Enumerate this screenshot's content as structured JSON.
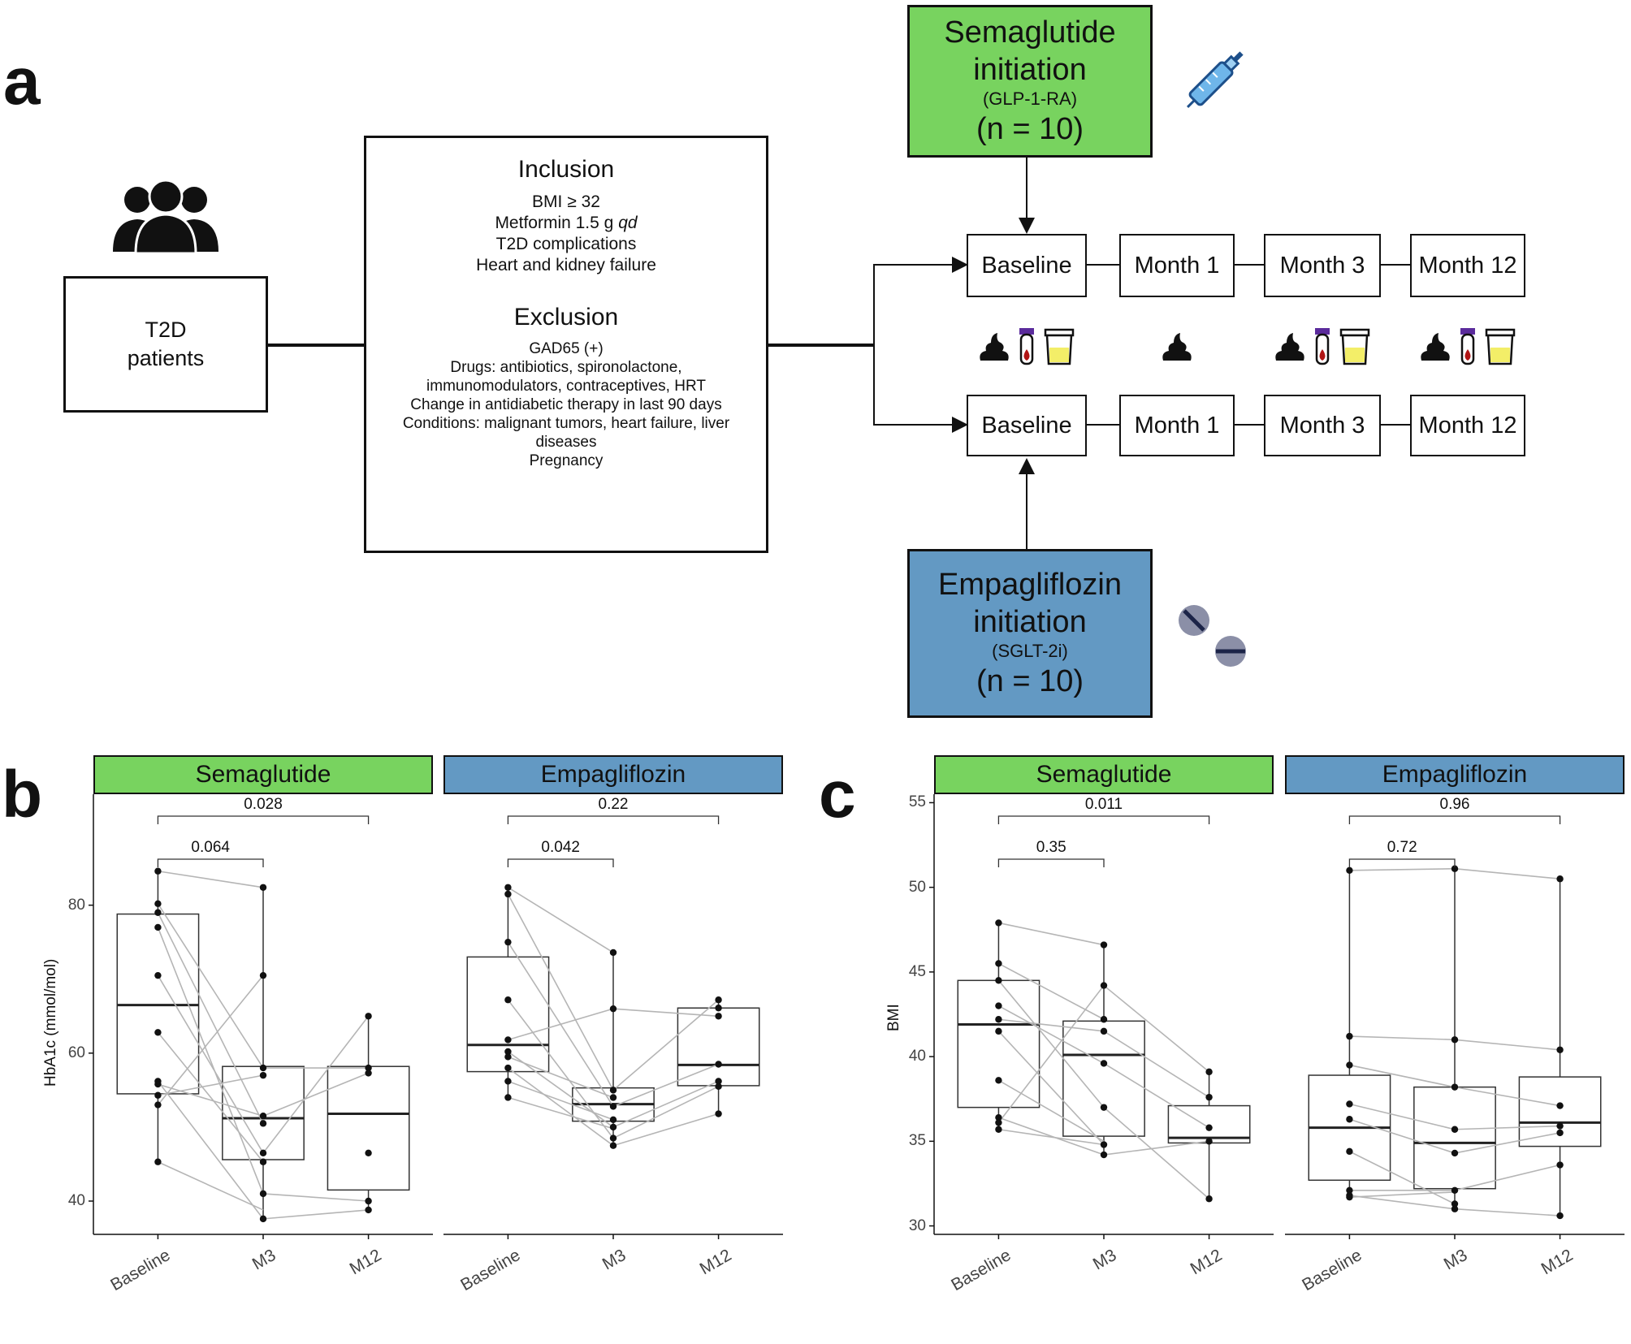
{
  "panel_labels": {
    "a": "a",
    "b": "b",
    "c": "c"
  },
  "colors": {
    "semaglutide": "#78d35f",
    "empagliflozin": "#6399c3",
    "box_stroke": "#333333",
    "line": "#b5b5b5"
  },
  "flow": {
    "patients": {
      "line1": "T2D",
      "line2": "patients",
      "icon": "group-of-people-icon"
    },
    "inclusion": {
      "title": "Inclusion",
      "items": [
        "BMI ≥ 32",
        "Metformin 1.5 g",
        "T2D complications",
        "Heart and kidney failure"
      ],
      "qd": "qd"
    },
    "exclusion": {
      "title": "Exclusion",
      "items": [
        "GAD65 (+)",
        "Drugs: antibiotics, spironolactone,",
        "immunomodulators, contraceptives, HRT",
        "Change in antidiabetic therapy in last 90 days",
        "Conditions: malignant tumors, heart failure, liver",
        "diseases",
        "Pregnancy"
      ]
    },
    "semaglutide": {
      "line1": "Semaglutide",
      "line2": "initiation",
      "sub": "(GLP-1-RA)",
      "n": "(n = 10)",
      "icon": "syringe-icon"
    },
    "empagliflozin": {
      "line1": "Empagliflozin",
      "line2": "initiation",
      "sub": "(SGLT-2i)",
      "n": "(n = 10)",
      "icon": "pill-icon"
    },
    "timepoints": [
      "Baseline",
      "Month 1",
      "Month 3",
      "Month 12"
    ],
    "samples": [
      [
        "stool-sample-icon",
        "blood-tube-icon",
        "urine-cup-icon"
      ],
      [
        "stool-sample-icon"
      ],
      [
        "stool-sample-icon",
        "blood-tube-icon",
        "urine-cup-icon"
      ],
      [
        "stool-sample-icon",
        "blood-tube-icon",
        "urine-cup-icon"
      ]
    ]
  },
  "chart_data": [
    {
      "type": "box",
      "ylabel": "HbA1c (mmol/mol)",
      "yticks": [
        40,
        60,
        80
      ],
      "ylim": [
        35.5,
        95
      ],
      "categories": [
        "Baseline",
        "M3",
        "M12"
      ],
      "facets": [
        {
          "name": "Semaglutide",
          "boxes": [
            {
              "q1": 54.5,
              "median": 66.5,
              "q3": 78.8,
              "min": 45.3,
              "max": 84.6
            },
            {
              "q1": 45.6,
              "median": 51.2,
              "q3": 58.2,
              "min": 37.6,
              "max": 82.4
            },
            {
              "q1": 41.5,
              "median": 51.8,
              "q3": 58.2,
              "min": 38.8,
              "max": 65.0
            }
          ],
          "points": [
            [
              84.6,
              80.2,
              79.0,
              77.0,
              70.5,
              62.8,
              56.2,
              55.8,
              54.3,
              53.0,
              45.3
            ],
            [
              82.4,
              70.5,
              58.0,
              57.0,
              51.5,
              50.5,
              46.5,
              45.3,
              41.0,
              37.6
            ],
            [
              65.0,
              58.0,
              57.3,
              46.5,
              40.0,
              38.8
            ]
          ],
          "pairs": [
            [
              84.6,
              82.4
            ],
            [
              80.2,
              58.0
            ],
            [
              79.0,
              50.5
            ],
            [
              77.0,
              41.0
            ],
            [
              70.5,
              46.5
            ],
            [
              62.8,
              45.3
            ],
            [
              56.2,
              37.6
            ],
            [
              55.8,
              51.5
            ],
            [
              54.3,
              57.0
            ],
            [
              53.0,
              70.5
            ],
            [
              45.3,
              38.8
            ]
          ],
          "pairs_m3_m12": [
            [
              58.0,
              58.0
            ],
            [
              51.5,
              57.3
            ],
            [
              46.5,
              65.0
            ],
            [
              41.0,
              40.0
            ],
            [
              37.6,
              38.8
            ]
          ],
          "pvalues": [
            {
              "from": 0,
              "to": 1,
              "text": "0.064"
            },
            {
              "from": 0,
              "to": 2,
              "text": "0.028"
            }
          ]
        },
        {
          "name": "Empagliflozin",
          "boxes": [
            {
              "q1": 57.5,
              "median": 61.1,
              "q3": 73.0,
              "min": 54.0,
              "max": 82.4
            },
            {
              "q1": 50.8,
              "median": 53.1,
              "q3": 55.3,
              "min": 47.5,
              "max": 73.6
            },
            {
              "q1": 55.6,
              "median": 58.4,
              "q3": 66.1,
              "min": 51.8,
              "max": 67.2
            }
          ],
          "points": [
            [
              82.4,
              81.5,
              75.0,
              67.2,
              61.8,
              60.2,
              59.5,
              58.0,
              56.2,
              54.0
            ],
            [
              73.6,
              66.0,
              55.0,
              54.0,
              52.8,
              51.0,
              50.0,
              48.5,
              47.5
            ],
            [
              67.2,
              66.1,
              65.0,
              58.5,
              56.2,
              55.5,
              51.8
            ]
          ],
          "pairs": [
            [
              82.4,
              73.6
            ],
            [
              81.5,
              55.0
            ],
            [
              75.0,
              52.8
            ],
            [
              67.2,
              48.5
            ],
            [
              61.8,
              66.0
            ],
            [
              60.2,
              50.0
            ],
            [
              59.5,
              54.0
            ],
            [
              58.0,
              47.5
            ],
            [
              56.2,
              51.0
            ],
            [
              54.0,
              49.8
            ]
          ],
          "pairs_m3_m12": [
            [
              66.0,
              65.0
            ],
            [
              55.0,
              67.2
            ],
            [
              52.8,
              58.5
            ],
            [
              50.0,
              56.2
            ],
            [
              48.5,
              55.5
            ],
            [
              47.5,
              51.8
            ]
          ],
          "pvalues": [
            {
              "from": 0,
              "to": 1,
              "text": "0.042"
            },
            {
              "from": 0,
              "to": 2,
              "text": "0.22"
            }
          ]
        }
      ]
    },
    {
      "type": "box",
      "ylabel": "BMI",
      "yticks": [
        30,
        35,
        40,
        45,
        50,
        55
      ],
      "ylim": [
        29.5,
        55.5
      ],
      "categories": [
        "Baseline",
        "M3",
        "M12"
      ],
      "facets": [
        {
          "name": "Semaglutide",
          "boxes": [
            {
              "q1": 37.0,
              "median": 41.9,
              "q3": 44.5,
              "min": 35.7,
              "max": 47.9
            },
            {
              "q1": 35.3,
              "median": 40.1,
              "q3": 42.1,
              "min": 34.2,
              "max": 46.6
            },
            {
              "q1": 34.9,
              "median": 35.2,
              "q3": 37.1,
              "min": 31.6,
              "max": 39.1
            }
          ],
          "points": [
            [
              47.9,
              45.5,
              44.5,
              43.0,
              42.2,
              41.5,
              38.6,
              36.4,
              36.1,
              35.7
            ],
            [
              46.6,
              44.2,
              42.2,
              41.5,
              39.6,
              37.0,
              34.8,
              34.2
            ],
            [
              39.1,
              37.6,
              35.8,
              35.0,
              31.6
            ]
          ],
          "pairs": [
            [
              47.9,
              46.6
            ],
            [
              45.5,
              42.2
            ],
            [
              44.5,
              37.0
            ],
            [
              43.0,
              39.6
            ],
            [
              42.2,
              41.5
            ],
            [
              41.5,
              34.8
            ],
            [
              38.6,
              35.0
            ],
            [
              36.4,
              34.2
            ],
            [
              36.1,
              44.2
            ],
            [
              35.7,
              34.8
            ]
          ],
          "pairs_m3_m12": [
            [
              44.2,
              39.1
            ],
            [
              41.5,
              37.6
            ],
            [
              39.6,
              35.8
            ],
            [
              37.0,
              31.6
            ],
            [
              34.2,
              35.0
            ]
          ],
          "pvalues": [
            {
              "from": 0,
              "to": 1,
              "text": "0.35"
            },
            {
              "from": 0,
              "to": 2,
              "text": "0.011"
            }
          ]
        },
        {
          "name": "Empagliflozin",
          "boxes": [
            {
              "q1": 32.7,
              "median": 35.8,
              "q3": 38.9,
              "min": 31.7,
              "max": 51.0
            },
            {
              "q1": 32.2,
              "median": 34.9,
              "q3": 38.2,
              "min": 31.0,
              "max": 51.1
            },
            {
              "q1": 34.7,
              "median": 36.1,
              "q3": 38.8,
              "min": 30.6,
              "max": 50.5
            }
          ],
          "points": [
            [
              51.0,
              41.2,
              39.5,
              37.2,
              36.3,
              34.4,
              32.1,
              31.8,
              31.7
            ],
            [
              51.1,
              41.0,
              38.2,
              35.7,
              34.3,
              32.1,
              31.3,
              31.0
            ],
            [
              50.5,
              40.4,
              37.1,
              35.9,
              35.5,
              33.6,
              30.6
            ]
          ],
          "pairs": [
            [
              51.0,
              51.1
            ],
            [
              41.2,
              41.0
            ],
            [
              39.5,
              38.2
            ],
            [
              37.2,
              35.7
            ],
            [
              36.3,
              34.3
            ],
            [
              34.4,
              31.3
            ],
            [
              32.1,
              32.1
            ],
            [
              31.8,
              31.0
            ],
            [
              31.7,
              32.0
            ]
          ],
          "pairs_m3_m12": [
            [
              51.1,
              50.5
            ],
            [
              41.0,
              40.4
            ],
            [
              38.2,
              37.1
            ],
            [
              35.7,
              35.9
            ],
            [
              34.3,
              35.5
            ],
            [
              32.1,
              33.6
            ],
            [
              31.0,
              30.6
            ]
          ],
          "pvalues": [
            {
              "from": 0,
              "to": 1,
              "text": "0.72"
            },
            {
              "from": 0,
              "to": 2,
              "text": "0.96"
            }
          ]
        }
      ]
    }
  ]
}
